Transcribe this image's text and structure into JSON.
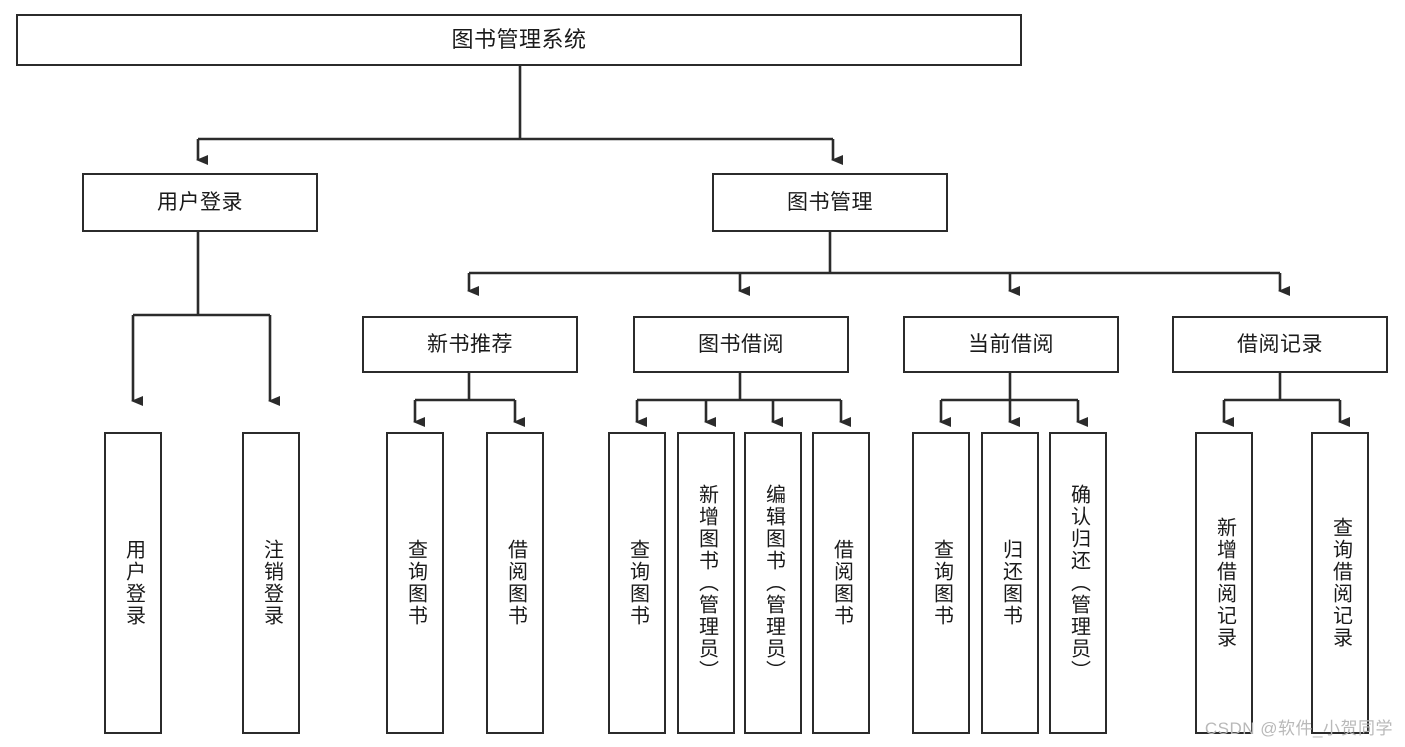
{
  "diagram": {
    "title": "图书管理系统",
    "watermark": "CSDN @软件_小贺同学",
    "stroke_color": "#2b2b2b",
    "background_color": "#ffffff",
    "watermark_color": "#b9b9b9"
  },
  "nodes": {
    "root": {
      "label": "图书管理系统"
    },
    "level1": [
      {
        "label": "用户登录"
      },
      {
        "label": "图书管理"
      }
    ],
    "level2": [
      {
        "label": "新书推荐"
      },
      {
        "label": "图书借阅"
      },
      {
        "label": "当前借阅"
      },
      {
        "label": "借阅记录"
      }
    ],
    "leaves": {
      "user_login": [
        {
          "label": "用户登录"
        },
        {
          "label": "注销登录"
        }
      ],
      "new_book": [
        {
          "label": "查询图书"
        },
        {
          "label": "借阅图书"
        }
      ],
      "book_borrow": [
        {
          "label": "查询图书"
        },
        {
          "label": "新增图书（管理员）"
        },
        {
          "label": "编辑图书（管理员）"
        },
        {
          "label": "借阅图书"
        }
      ],
      "current_borrow": [
        {
          "label": "查询图书"
        },
        {
          "label": "归还图书"
        },
        {
          "label": "确认归还（管理员）"
        }
      ],
      "borrow_record": [
        {
          "label": "新增借阅记录"
        },
        {
          "label": "查询借阅记录"
        }
      ]
    }
  }
}
